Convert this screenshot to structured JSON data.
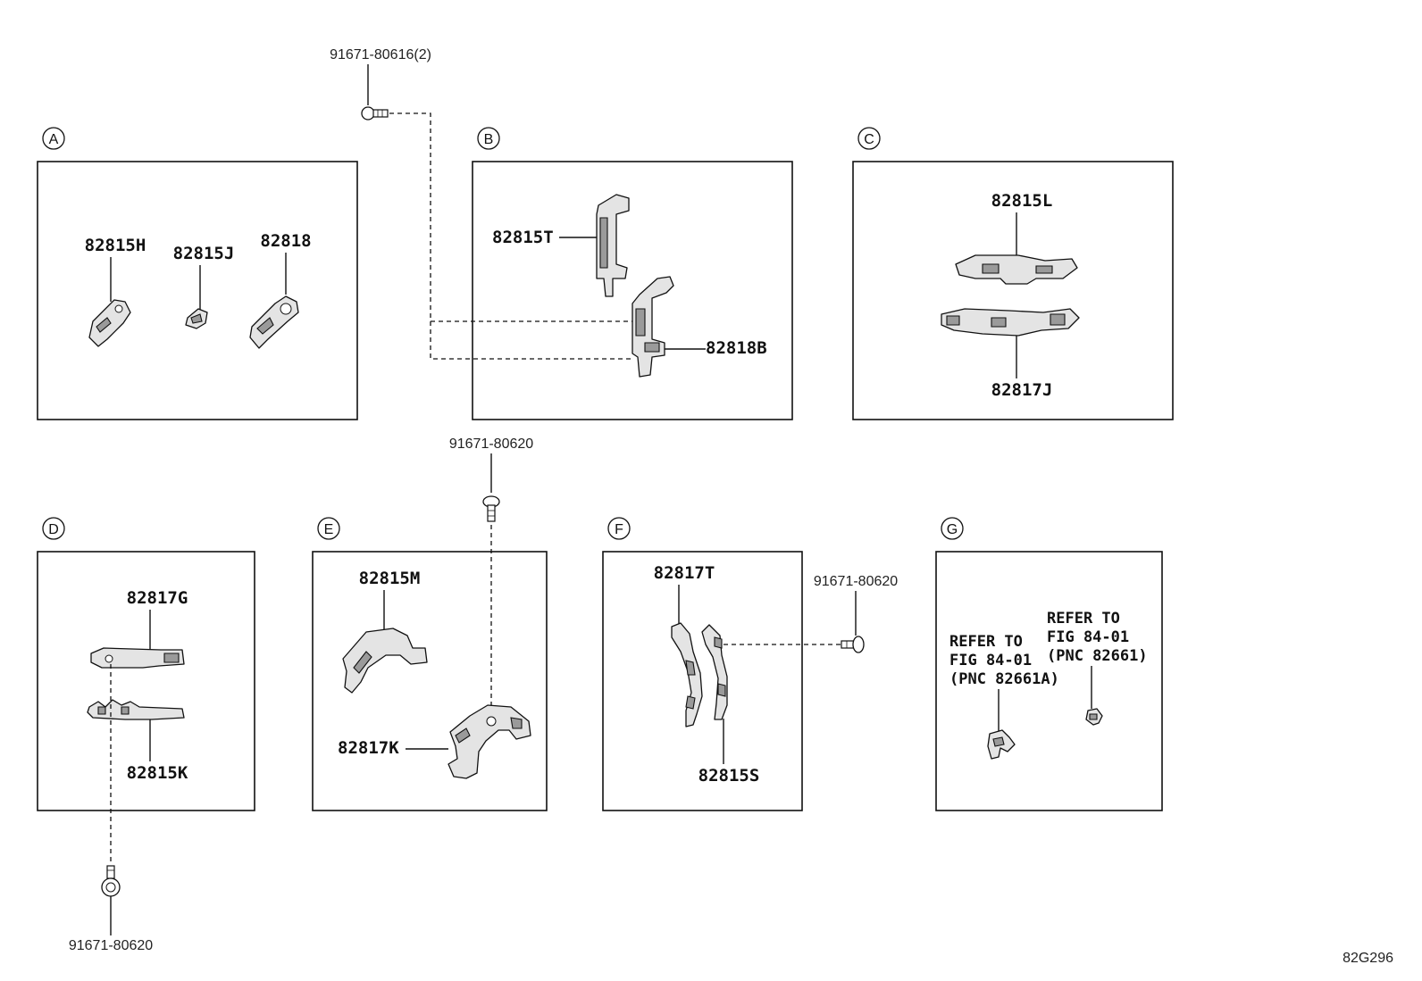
{
  "sections": {
    "a": {
      "letter": "A",
      "parts": [
        "82815H",
        "82815J",
        "82818"
      ]
    },
    "b": {
      "letter": "B",
      "parts": [
        "82815T",
        "82818B"
      ]
    },
    "c": {
      "letter": "C",
      "parts": [
        "82815L",
        "82817J"
      ]
    },
    "d": {
      "letter": "D",
      "parts": [
        "82817G",
        "82815K"
      ]
    },
    "e": {
      "letter": "E",
      "parts": [
        "82815M",
        "82817K"
      ]
    },
    "f": {
      "letter": "F",
      "parts": [
        "82817T",
        "82815S"
      ]
    },
    "g": {
      "letter": "G",
      "refer_left": [
        "REFER TO",
        "FIG 84-01",
        "(PNC 82661A)"
      ],
      "refer_right": [
        "REFER TO",
        "FIG 84-01",
        "(PNC 82661)"
      ]
    }
  },
  "bolts": {
    "top": "91671-80616(2)",
    "middle": "91671-80620",
    "right": "91671-80620",
    "bottom": "91671-80620"
  },
  "figure_code": "82G296"
}
